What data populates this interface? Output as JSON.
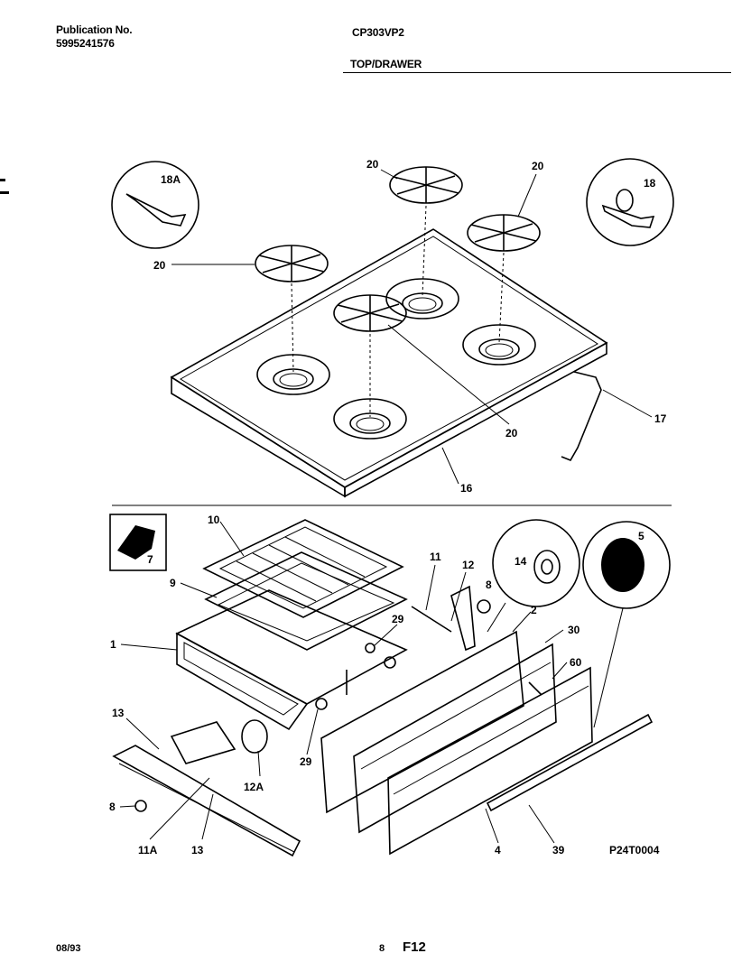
{
  "header": {
    "publication_label": "Publication No.",
    "publication_number": "5995241576",
    "model": "CP303VP2",
    "section_title": "TOP/DRAWER"
  },
  "footer": {
    "date": "08/93",
    "page_number": "8",
    "figure_code": "F12"
  },
  "diagram": {
    "drawing_id": "P24T0004",
    "callouts": {
      "c18a": "18A",
      "c18": "18",
      "c20a": "20",
      "c20b": "20",
      "c20c": "20",
      "c20d": "20",
      "c17": "17",
      "c16": "16",
      "c7": "7",
      "c10": "10",
      "c9": "9",
      "c1": "1",
      "c11": "11",
      "c12": "12",
      "c8a": "8",
      "c14": "14",
      "c5": "5",
      "c2": "2",
      "c30": "30",
      "c60": "60",
      "c29a": "29",
      "c29b": "29",
      "c13a": "13",
      "c13b": "13",
      "c12a": "12A",
      "c8b": "8",
      "c11a": "11A",
      "c4": "4",
      "c39": "39"
    }
  }
}
